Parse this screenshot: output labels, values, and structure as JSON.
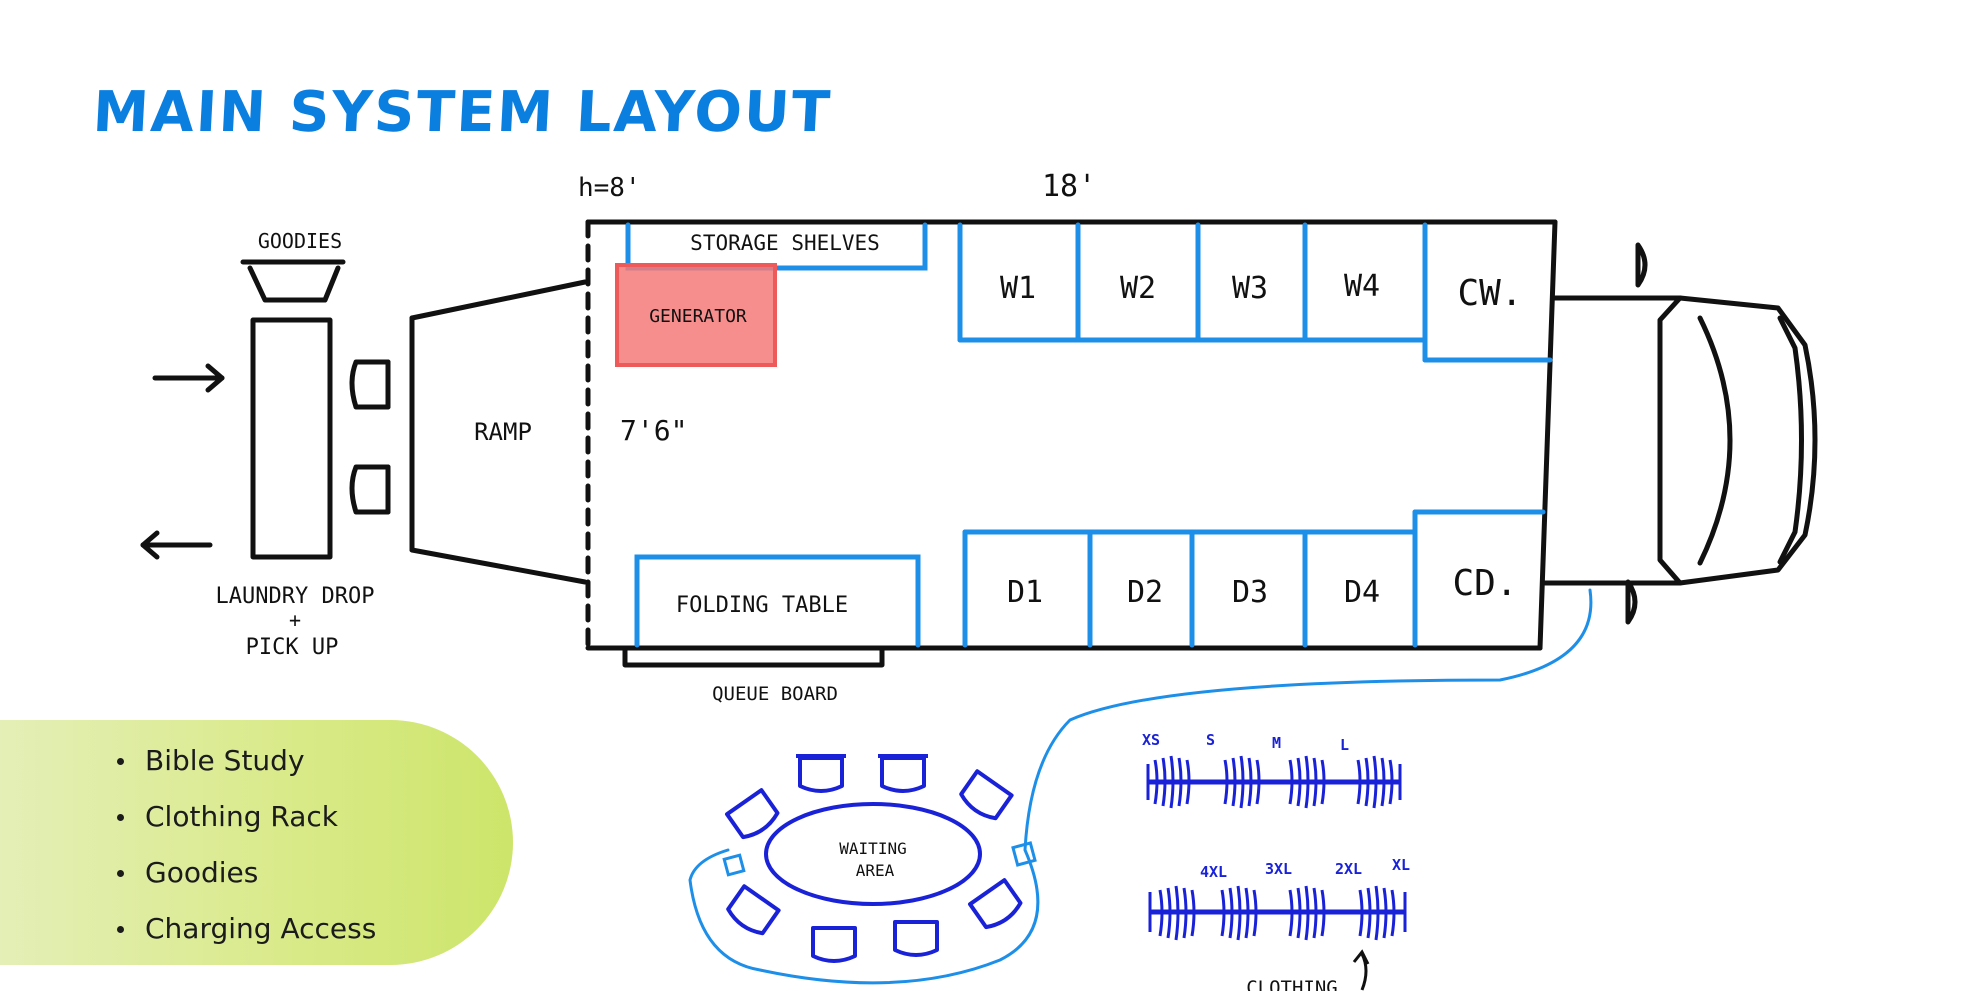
{
  "title": "MAIN SYSTEM LAYOUT",
  "dimensions": {
    "height": "h=8'",
    "length": "18'",
    "width": "7'6\""
  },
  "labels": {
    "goodies": "GOODIES",
    "laundry_line1": "LAUNDRY DROP",
    "laundry_line2": "+",
    "laundry_line3": "PICK UP",
    "ramp": "RAMP",
    "storage": "STORAGE SHELVES",
    "generator": "GENERATOR",
    "folding_table": "FOLDING TABLE",
    "queue_board": "QUEUE BOARD",
    "waiting_line1": "WAITING",
    "waiting_line2": "AREA",
    "clothing": "CLOTHING"
  },
  "washers": [
    "W1",
    "W2",
    "W3",
    "W4",
    "CW."
  ],
  "dryers": [
    "D1",
    "D2",
    "D3",
    "D4",
    "CD."
  ],
  "sizes_top": [
    "XS",
    "S",
    "M",
    "L"
  ],
  "sizes_bottom": [
    "4XL",
    "3XL",
    "2XL",
    "XL"
  ],
  "bullets": [
    "Bible Study",
    "Clothing Rack",
    "Goodies",
    "Charging Access"
  ],
  "colors": {
    "title": "#0B7FE0",
    "unit_lines": "#1E8FE8",
    "generator": "#F26B6B",
    "clothing_rack": "#1A22D8",
    "panel": "#D9EA8A"
  }
}
